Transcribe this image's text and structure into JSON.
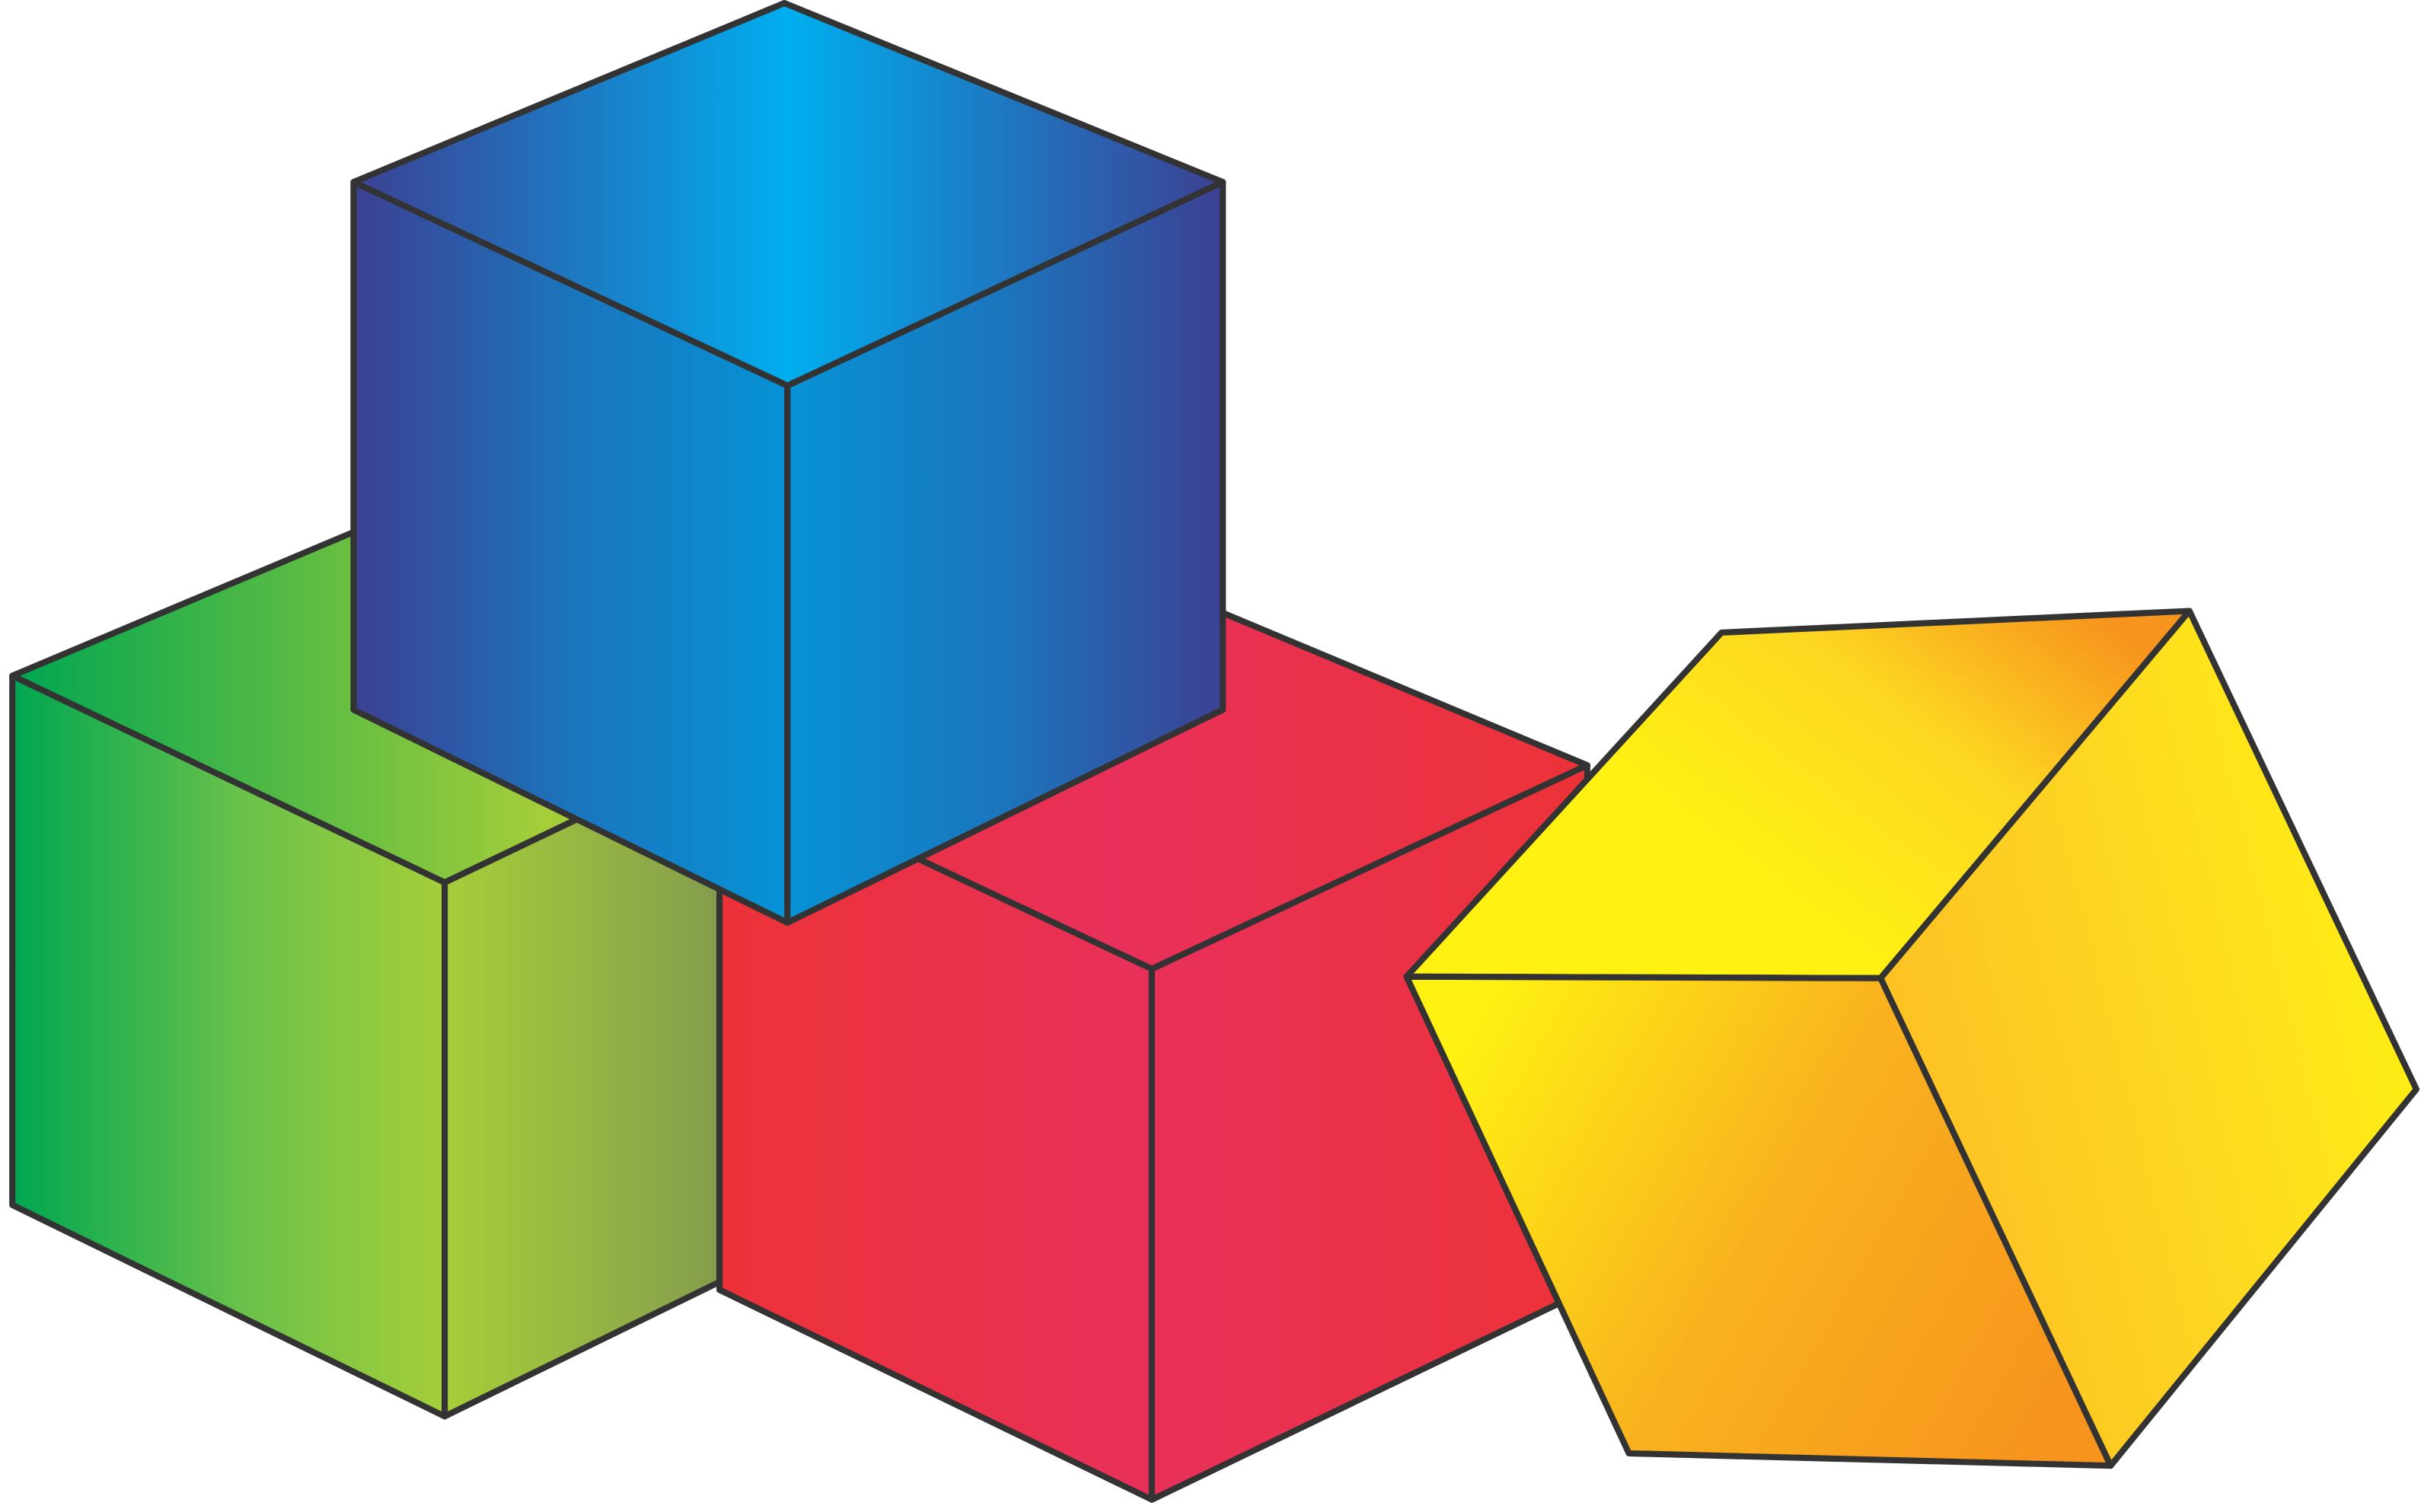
{
  "illustration": {
    "subject": "stacked-toy-blocks",
    "outline_color": "#333333",
    "cubes": [
      {
        "name": "green-cube",
        "colors": {
          "light": "#a6ce39",
          "mid": "#6cc24a",
          "dark": "#00a651",
          "shadow": "#66734a"
        }
      },
      {
        "name": "red-cube",
        "colors": {
          "base": "#ec3237",
          "highlight": "#e9305a",
          "mid": "#ea3347"
        }
      },
      {
        "name": "blue-cube",
        "colors": {
          "light": "#00aeef",
          "mid": "#1b75bc",
          "dark": "#3d4093",
          "bright": "#0793d6"
        }
      },
      {
        "name": "yellow-cube",
        "colors": {
          "light": "#fff212",
          "mid": "#fdd621",
          "dark": "#f7941d",
          "warm": "#f9b21e"
        }
      }
    ]
  }
}
